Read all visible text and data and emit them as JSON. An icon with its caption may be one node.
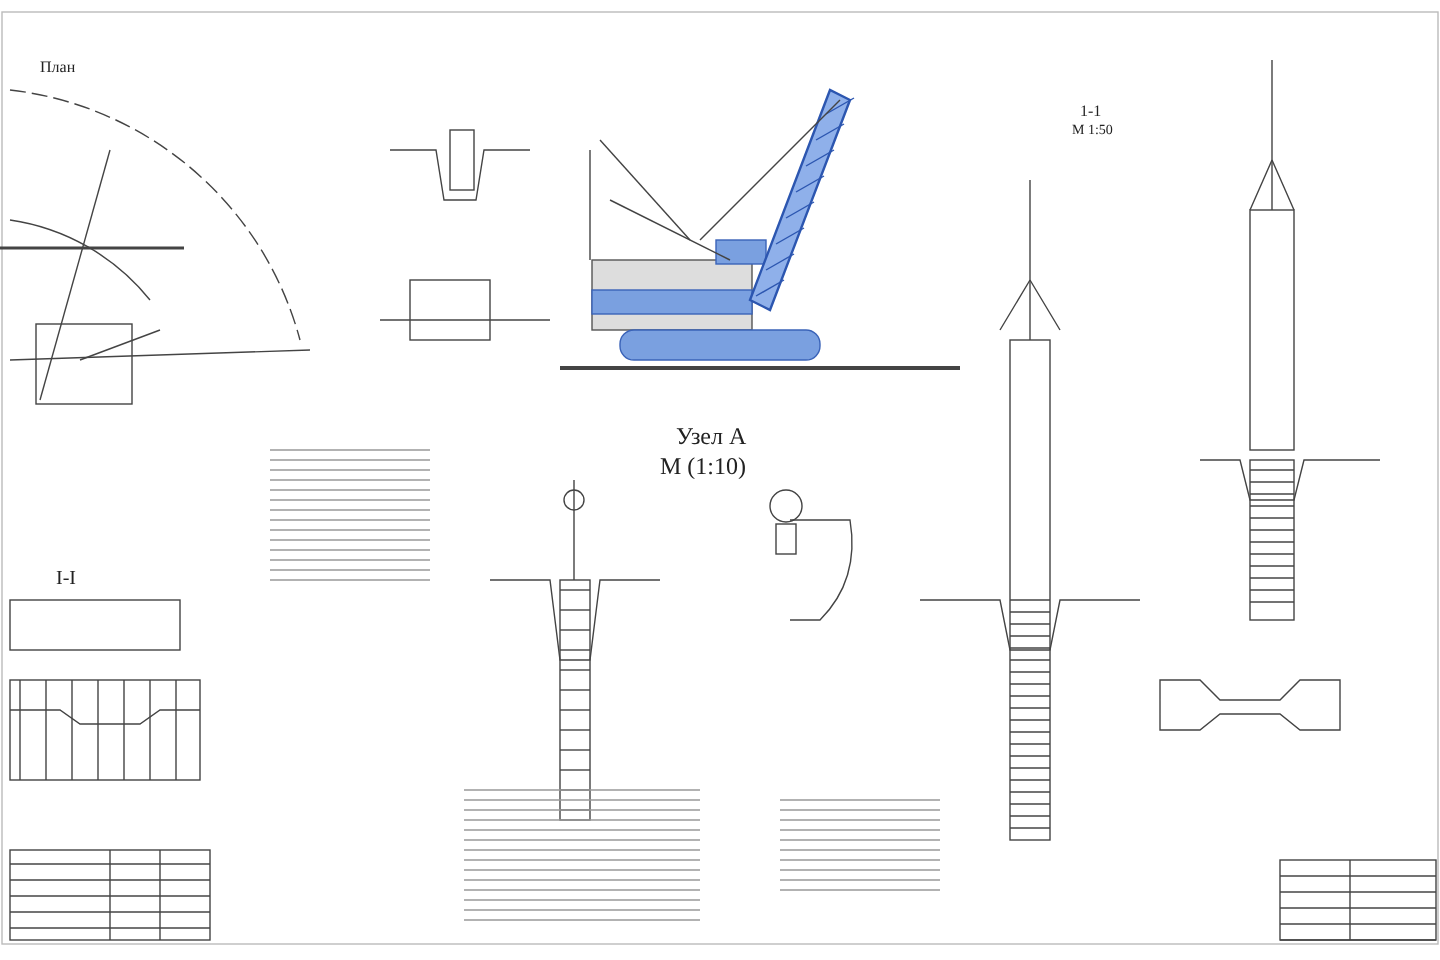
{
  "diagram": {
    "labels": [
      "План",
      "1-1",
      "М 1:50",
      "Узел А",
      "М (1:10)",
      "I-I"
    ]
  }
}
